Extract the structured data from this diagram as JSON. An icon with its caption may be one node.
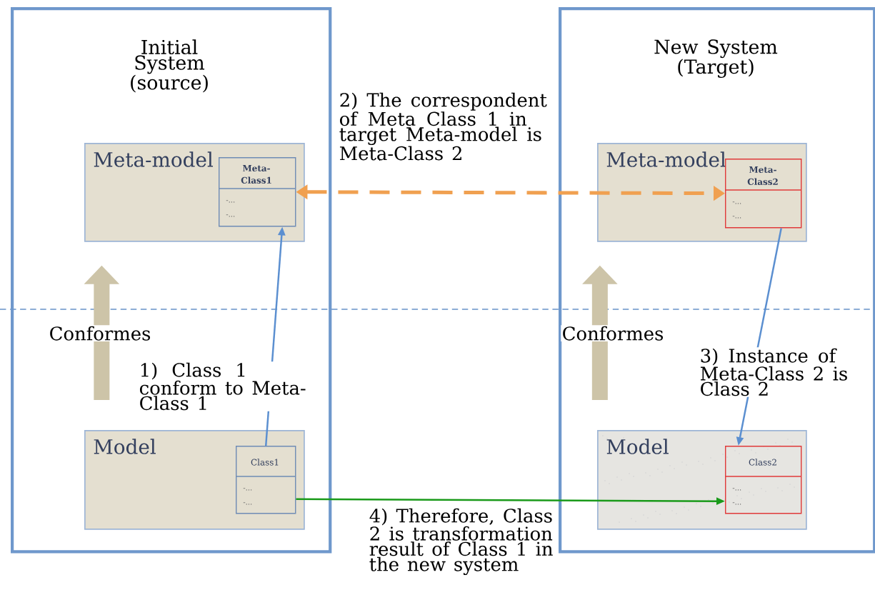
{
  "diagram": {
    "nodes": [
      {
        "text": [
          "Initial System (source)"
        ]
      },
      {
        "text": [
          "New System (Target)"
        ]
      },
      {
        "text": [
          "Meta-model"
        ],
        "in": 0
      },
      {
        "text": [
          "Meta-Class1",
          "-...",
          "-..."
        ],
        "in": 2
      },
      {
        "text": [
          "Model"
        ],
        "in": 0
      },
      {
        "text": [
          "Class1",
          "-...",
          "-..."
        ],
        "in": 4
      },
      {
        "text": [
          "Meta-model"
        ],
        "in": 1
      },
      {
        "text": [
          "Meta-Class2",
          "-...",
          "-..."
        ],
        "in": 6
      },
      {
        "text": [
          "Model"
        ],
        "in": 1
      },
      {
        "text": [
          "Class2",
          "-...",
          "-..."
        ],
        "in": 8
      }
    ],
    "edges": [
      {
        "from": 4,
        "to": 2,
        "arrow": "to",
        "style": "thick",
        "color": "#cdc4a8",
        "label": "Conformes"
      },
      {
        "from": 8,
        "to": 6,
        "arrow": "to",
        "style": "thick",
        "color": "#cdc4a8",
        "label": "Conformes"
      },
      {
        "from": 5,
        "to": 3,
        "arrow": "to",
        "color": "#5b8fd0",
        "label": "1) Class 1 conform to Meta-Class 1"
      },
      {
        "from": 3,
        "to": 7,
        "arrow": "both",
        "style": "dashed",
        "color": "#f0a050",
        "label": "2) The correspondent of Meta Class 1 in target Meta-model is Meta-Class 2"
      },
      {
        "from": 7,
        "to": 9,
        "arrow": "to",
        "color": "#5b8fd0",
        "label": "3) Instance of Meta-Class 2 is Class 2"
      },
      {
        "from": 5,
        "to": 9,
        "arrow": "to",
        "color": "#1a9a1a",
        "label": "4) Therefore, Class 2 is transformation result of Class 1 in the new system"
      }
    ]
  }
}
